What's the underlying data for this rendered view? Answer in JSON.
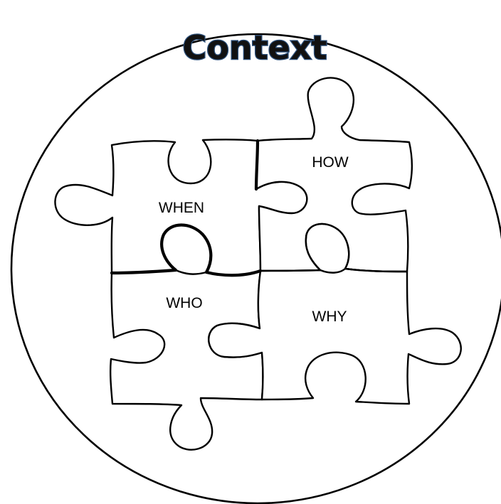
{
  "title": "Context",
  "pieces": {
    "when": "WHEN",
    "how": "HOW",
    "who": "WHO",
    "why": "WHY"
  }
}
